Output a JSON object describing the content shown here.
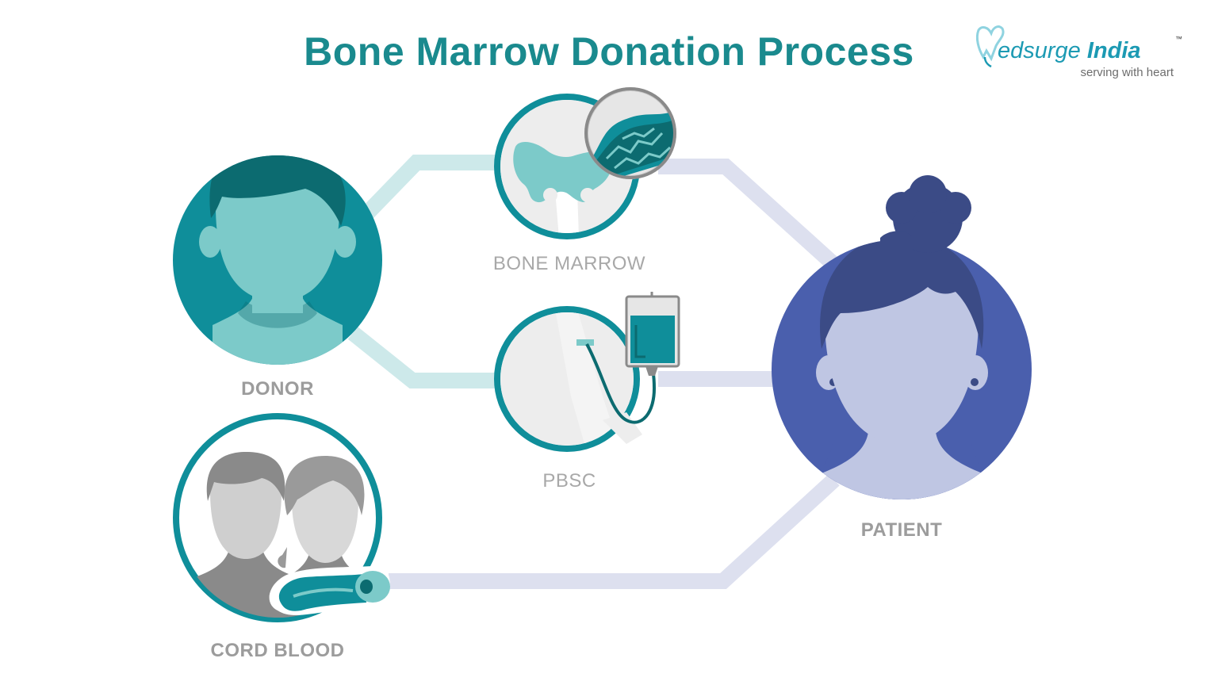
{
  "title": "Bone Marrow Donation Process",
  "logo": {
    "name_prefix": "edsurge",
    "name_bold": " India",
    "tagline": "serving with heart",
    "trademark": "™",
    "icon": "tooth-heart-logo"
  },
  "nodes": {
    "donor": {
      "label": "DONOR",
      "icon": "male-head-icon"
    },
    "bone_marrow": {
      "label": "BONE MARROW",
      "icon": "pelvis-bone-icon"
    },
    "pbsc": {
      "label": "PBSC",
      "icon": "iv-bag-arm-icon"
    },
    "cord_blood": {
      "label": "CORD BLOOD",
      "icon": "parents-umbilical-cord-icon"
    },
    "patient": {
      "label": "PATIENT",
      "icon": "female-head-icon"
    }
  },
  "colors": {
    "title": "#1a8a8e",
    "teal_dark": "#0f8e9a",
    "teal_light": "#7ccac9",
    "hair_teal": "#0c6b70",
    "blue_dark": "#4a5fad",
    "blue_light": "#bfc6e3",
    "hair_blue": "#3b4b86",
    "path_teal": "#cde9ea",
    "path_blue": "#dde0ef",
    "label_gray": "#9c9c9c"
  }
}
